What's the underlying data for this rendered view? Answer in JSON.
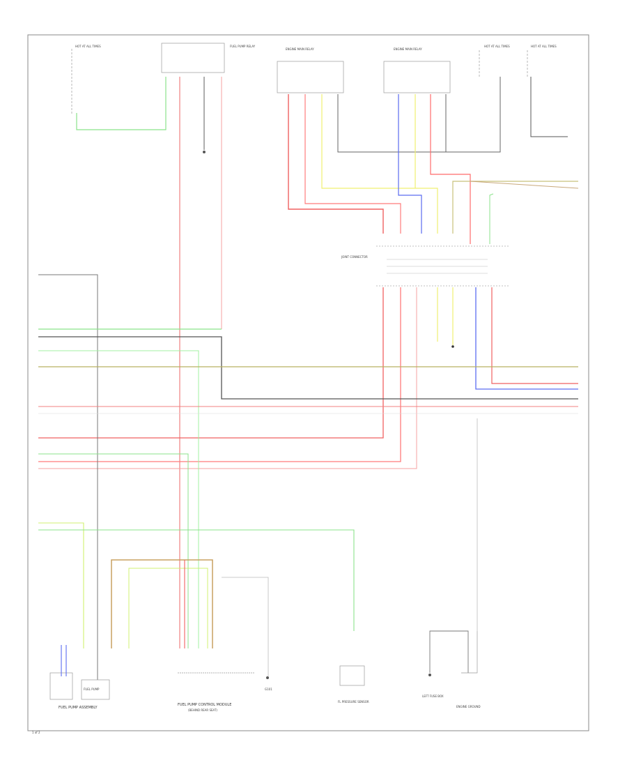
{
  "components": {
    "fuel_pump_assembly": "FUEL PUMP ASSEMBLY",
    "fuel_pump_control_module": "FUEL PUMP CONTROL MODULE",
    "fuel_pump_control_module_sub": "(BEHIND REAR SEAT)",
    "fuel_pump": "FUEL PUMP",
    "fuel_pressure_sensor": "FL PRESSURE SENSOR",
    "left_fuse_box": "LEFT FUSE BOX",
    "engine_ground": "ENGINE GROUND",
    "fuel_pump_relay": "FUEL PUMP RELAY",
    "connector_block": "JOINT CONNECTOR",
    "main_relay_1": "ENGINE MAIN RELAY",
    "main_relay_2": "ENGINE MAIN RELAY",
    "hot_at_all_times_1": "HOT AT ALL TIMES",
    "hot_at_all_times_2": "HOT AT ALL TIMES",
    "hot_at_all_times_3": "HOT AT ALL TIMES",
    "ground_g101": "G101",
    "page_ref": "1 of 2"
  }
}
